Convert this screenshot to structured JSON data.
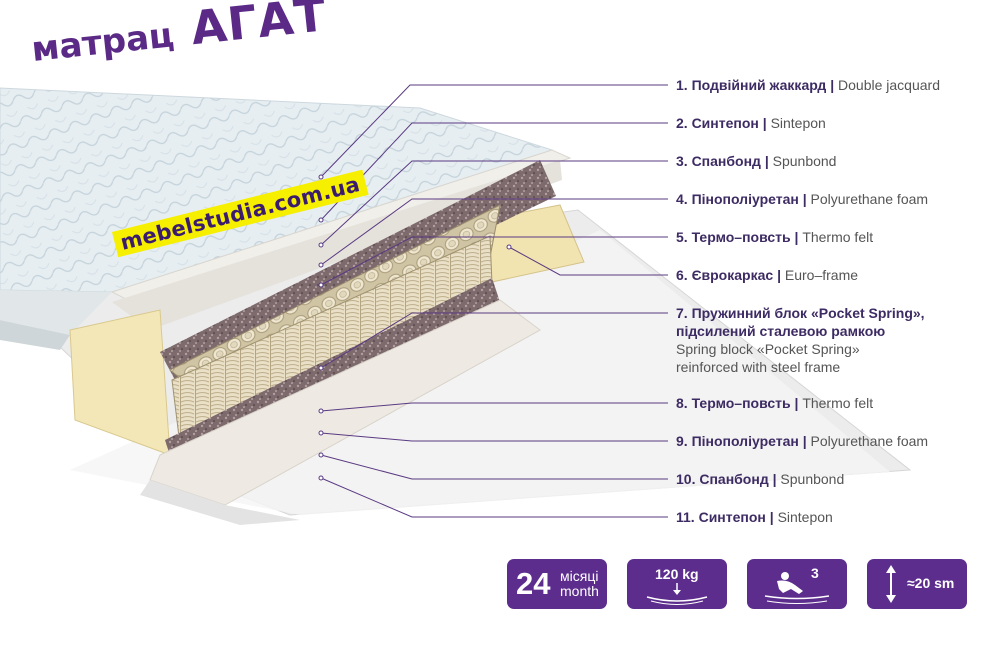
{
  "title": {
    "word": "матрац",
    "name": "АГАТ"
  },
  "watermark": "mebelstudia.com.ua",
  "layers": [
    {
      "ua": "1. Подвійний жаккард",
      "en": "Double jacquard"
    },
    {
      "ua": "2. Синтепон",
      "en": "Sintepon"
    },
    {
      "ua": "3. Спанбонд",
      "en": "Spunbond"
    },
    {
      "ua": "4. Пінополіуретан",
      "en": "Polyurethane foam"
    },
    {
      "ua": "5. Термо–повсть",
      "en": "Thermo felt"
    },
    {
      "ua": "6. Єврокаркас",
      "en": "Euro–frame"
    },
    {
      "ua1": "7. Пружинний блок «Pocket Spring»,",
      "ua2": "підсилений сталевою рамкою",
      "en1": "Spring block «Pocket Spring»",
      "en2": "reinforced with steel frame"
    },
    {
      "ua": "8. Термо–повсть",
      "en": "Thermo felt"
    },
    {
      "ua": "9. Пінополіуретан",
      "en": "Polyurethane foam"
    },
    {
      "ua": "10. Спанбонд",
      "en": "Spunbond"
    },
    {
      "ua": "11. Синтепон",
      "en": "Sintepon"
    }
  ],
  "separator": "|",
  "badges": {
    "warranty": {
      "number": "24",
      "line1": "місяці",
      "line2": "month"
    },
    "load": {
      "text": "120 kg",
      "icon": "weight-arrow-icon"
    },
    "firmness": {
      "text": "3",
      "icon": "person-lying-icon"
    },
    "height": {
      "text": "≈20 sm",
      "icon": "height-arrows-icon"
    }
  },
  "colors": {
    "brand": "#5d2d8e",
    "title": "#5b2a86",
    "watermark_bg": "#f6f000",
    "leader_line": "#5a3a82"
  }
}
